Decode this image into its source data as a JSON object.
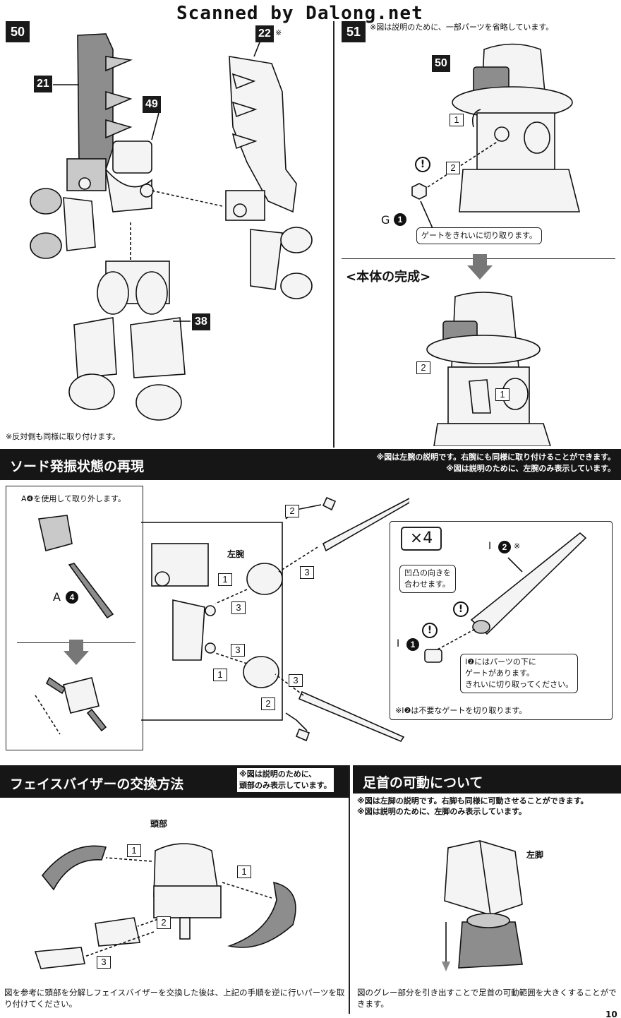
{
  "watermark": "Scanned by Dalong.net",
  "steps": {
    "s50": {
      "number": "50",
      "parts": [
        "21",
        "22",
        "49",
        "38"
      ],
      "part22_mark": "※",
      "note": "※反対側も同様に取り付けます。"
    },
    "s51": {
      "number": "51",
      "header_note": "※図は説明のために、一部パーツを省略しています。",
      "part": "50",
      "seq": [
        "1",
        "2"
      ],
      "gate_label": "G",
      "gate_num": "1",
      "gate_callout": "ゲートをきれいに切り取ります。",
      "complete_title": "<本体の完成>",
      "complete_seq": [
        "2",
        "1"
      ]
    }
  },
  "sword": {
    "title": "ソード発振状態の再現",
    "notes": [
      "※図は左腕の説明です。右腕にも同様に取り付けることができます。",
      "※図は説明のために、左腕のみ表示しています。"
    ],
    "tool_caption": "A❹を使用して取り外します。",
    "tool_label": "A",
    "tool_num": "4",
    "arm_label": "左腕",
    "seq": [
      "2",
      "3",
      "1",
      "3",
      "3",
      "1",
      "3",
      "2"
    ],
    "x4": "×4",
    "i2_label": "I",
    "i2_num": "2",
    "i2_mark": "※",
    "i1_label": "I",
    "i1_num": "1",
    "callout_align": "凹凸の向きを\n合わせます。",
    "callout_gate": "I❷にはパーツの下に\nゲートがあります。\nきれいに切り取ってください。",
    "gate_note": "※I❷は不要なゲートを切り取ります。"
  },
  "face": {
    "title": "フェイスバイザーの交換方法",
    "note": "※図は説明のために、\n頭部のみ表示しています。",
    "head_label": "頭部",
    "seq": [
      "1",
      "1",
      "2",
      "3"
    ],
    "footer": "図を参考に頭部を分解しフェイスバイザーを交換した後は、上記の手順を逆に行いパーツを取り付けてください。"
  },
  "ankle": {
    "title": "足首の可動について",
    "notes": [
      "※図は左脚の説明です。右脚も同様に可動させることができます。",
      "※図は説明のために、左脚のみ表示しています。"
    ],
    "leg_label": "左脚",
    "footer": "図のグレー部分を引き出すことで足首の可動範囲を大きくすることができます。"
  },
  "page_number": "10"
}
